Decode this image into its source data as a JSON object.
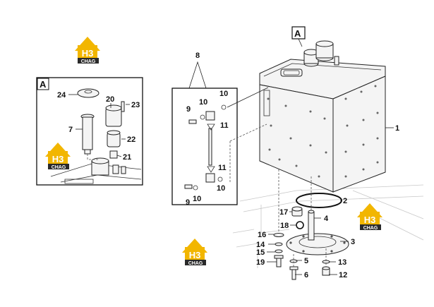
{
  "view_labels": {
    "main": "A",
    "detail": "A"
  },
  "brand": {
    "logo_letters": "H3",
    "logo_word": "CHAG",
    "accent_color": "#f2b600",
    "dark_color": "#2a2a2a"
  },
  "callouts": {
    "p1": "1",
    "p2": "2",
    "p3": "3",
    "p4": "4",
    "p5": "5",
    "p6": "6",
    "p7": "7",
    "p8": "8",
    "p9a": "9",
    "p9b": "9",
    "p10a": "10",
    "p10b": "10",
    "p10c": "10",
    "p10d": "10",
    "p11a": "11",
    "p11b": "11",
    "p12": "12",
    "p13": "13",
    "p14": "14",
    "p15": "15",
    "p16": "16",
    "p17": "17",
    "p18": "18",
    "p19": "19",
    "p20": "20",
    "p21": "21",
    "p22": "22",
    "p23": "23",
    "p24": "24"
  }
}
